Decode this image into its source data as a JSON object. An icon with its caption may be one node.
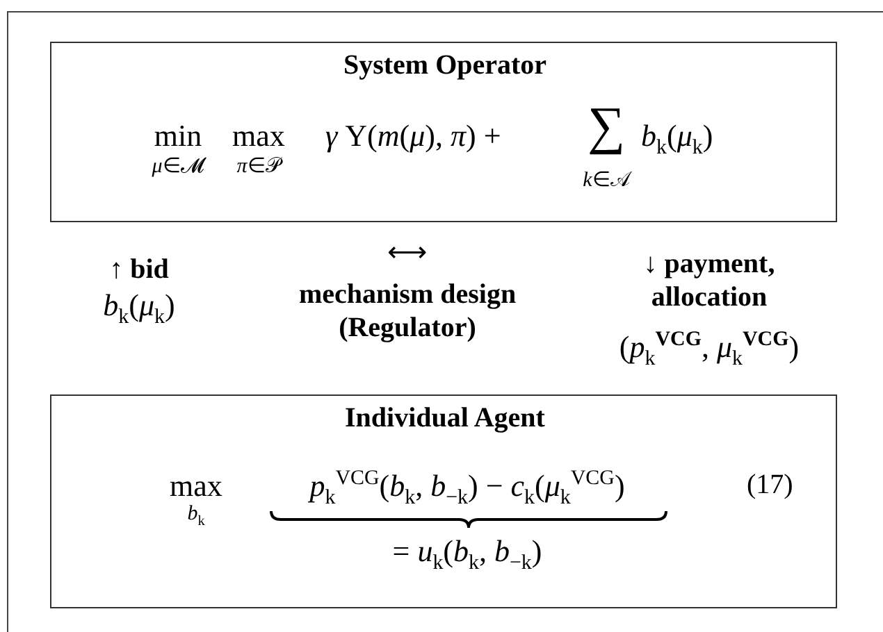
{
  "diagram": {
    "nodes": [
      {
        "text": [
          "System Operator",
          "min",
          "*μ*∈𝓜",
          "max",
          "*π*∈𝒫",
          "*γ* Y(*m*(*μ*), *π*) +",
          "∑",
          "*k*∈𝒜",
          "*b*$_{k}$(*μ*$_{k}$)"
        ]
      },
      {
        "text": [
          "Individual Agent",
          "max",
          "*b*$_{k}$",
          "*p*$_{k}$$^{VCG}$(*b*$_{k}$, *b*$_{−k}$) − *c*$_{k}$(*μ*$_{k}$$^{VCG}$)",
          "= *u*$_{k}$(*b*$_{k}$, *b*$_{−k}$)",
          "(17)"
        ]
      }
    ],
    "labels": [
      "↑ **bid**",
      "*b*$_{k}$(*μ*$_{k}$)",
      "⟷",
      "mechanism design (Regulator)",
      "↓ **payment, allocation**",
      "(*p*$_{k}$$^{VCG}$, *μ*$_{k}$$^{VCG}$)"
    ]
  }
}
